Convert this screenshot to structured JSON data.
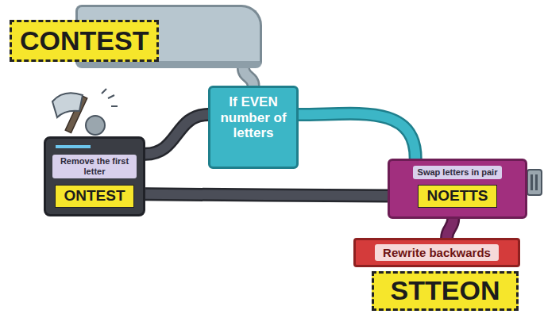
{
  "diagram": {
    "nodes": [
      {
        "text": [
          "CONTEST"
        ]
      },
      {
        "text": [
          "If EVEN number of letters"
        ]
      },
      {
        "text": [
          "Remove the first letter",
          "ONTEST"
        ]
      },
      {
        "text": [
          "Swap letters in pair",
          "NOETTS"
        ]
      },
      {
        "text": [
          "Rewrite backwards"
        ]
      },
      {
        "text": [
          "STTEON"
        ]
      }
    ],
    "edges": [
      {
        "from": 0,
        "to": 1,
        "arrow": "none"
      },
      {
        "from": 1,
        "to": 2,
        "arrow": "none"
      },
      {
        "from": 1,
        "to": 3,
        "arrow": "none"
      },
      {
        "from": 2,
        "to": 3,
        "arrow": "none"
      },
      {
        "from": 3,
        "to": 4,
        "arrow": "none"
      }
    ]
  }
}
